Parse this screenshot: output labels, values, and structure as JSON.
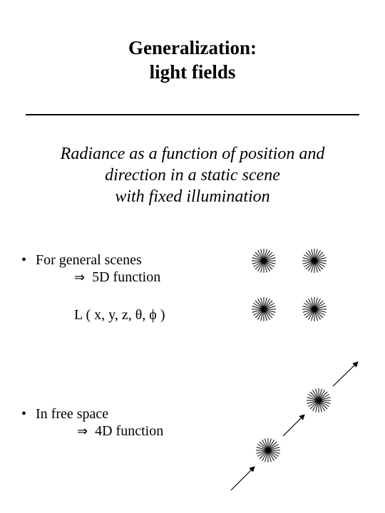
{
  "title": {
    "line1": "Generalization:",
    "line2": "light fields"
  },
  "subtitle": {
    "line1": "Radiance as a function of position and",
    "line2": "direction in a static scene",
    "line3": "with fixed illumination"
  },
  "bullets": [
    {
      "label": "For general scenes",
      "implies_symbol": "⇒",
      "result": "5D function"
    },
    {
      "label": "In free space",
      "implies_symbol": "⇒",
      "result": "4D function"
    }
  ],
  "bullet_symbol": "•",
  "function_expr": "L ( x, y, z, θ, ϕ )",
  "diagram": {
    "icons": [
      "starburst-icon",
      "arrow-icon"
    ],
    "color": "#000000"
  }
}
